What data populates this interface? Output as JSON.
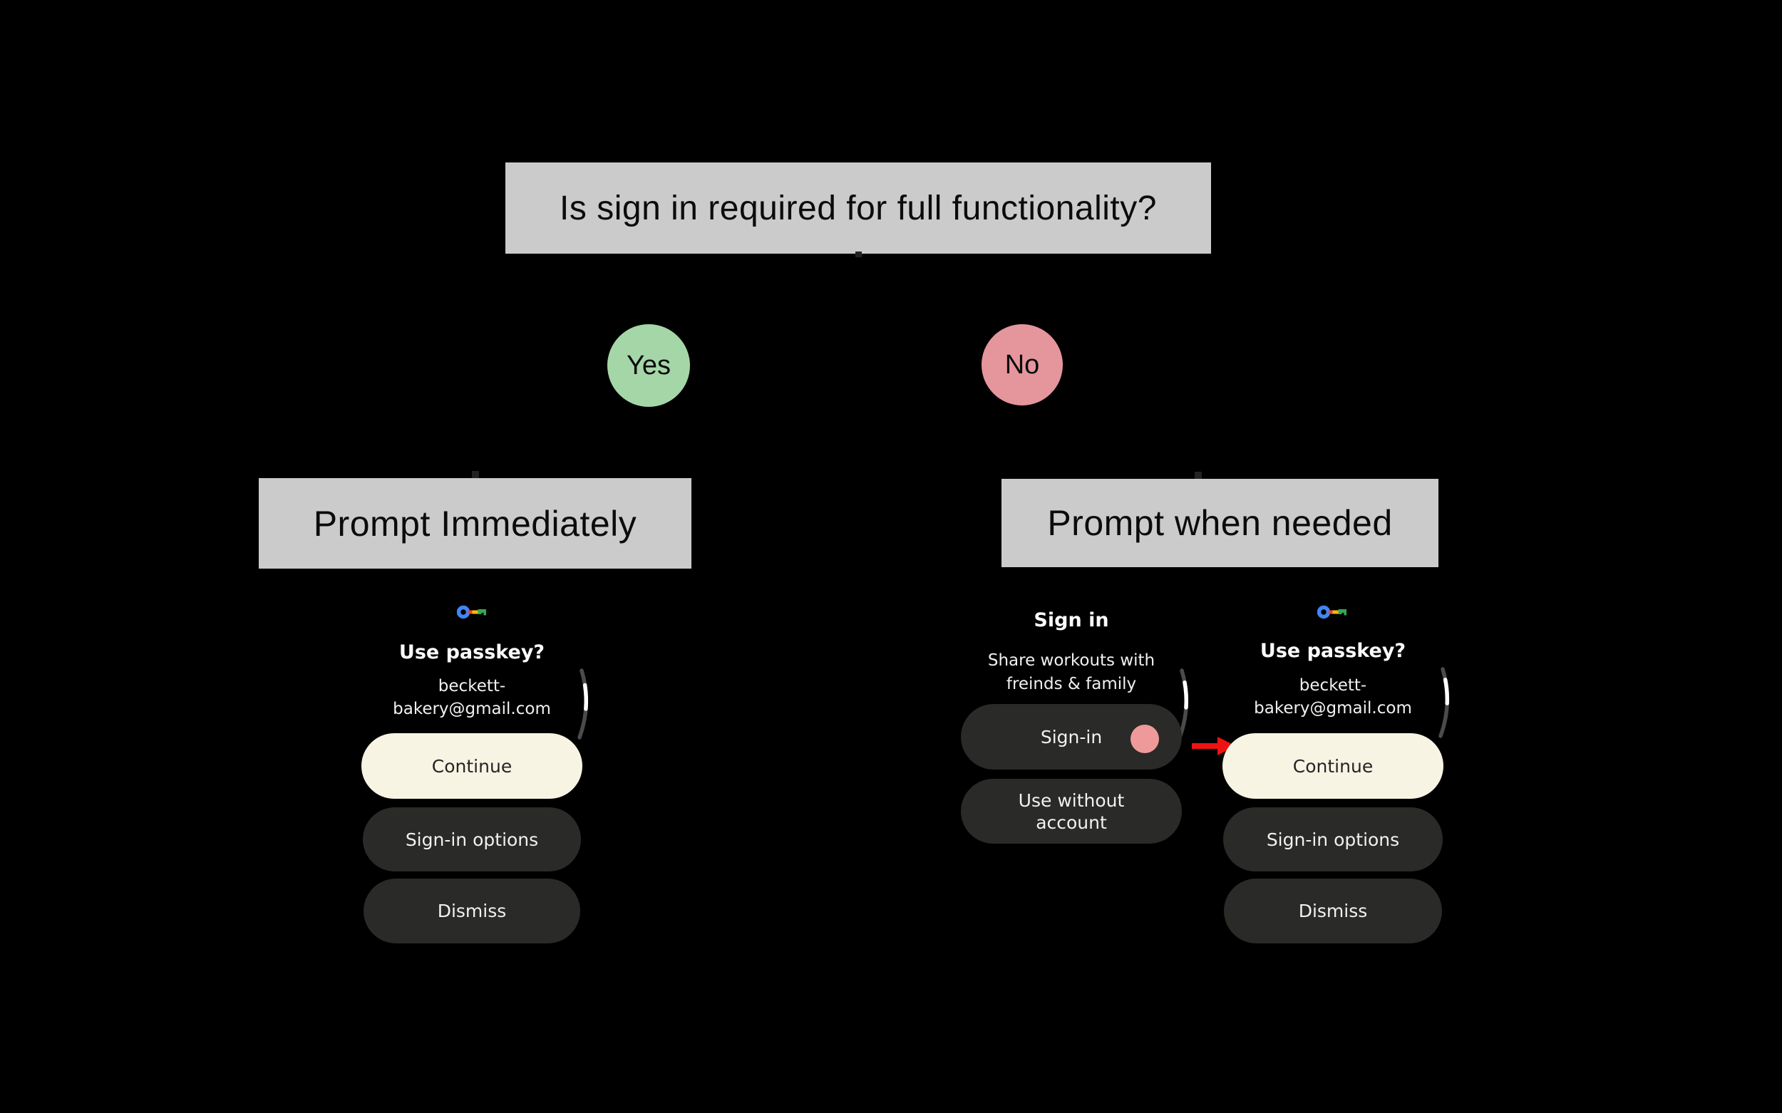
{
  "diagram": {
    "question": "Is sign in required for full functionality?",
    "yes": "Yes",
    "no": "No",
    "branch_yes_title": "Prompt Immediately",
    "branch_no_title": "Prompt when needed"
  },
  "passkey_screen": {
    "icon": "google-passkey-key-icon",
    "title": "Use passkey?",
    "account_line1": "beckett-",
    "account_line2": "bakery@gmail.com",
    "continue_button": "Continue",
    "options_button": "Sign-in options",
    "dismiss_button": "Dismiss",
    "scroll_indicator": "scroll-arc-indicator"
  },
  "signin_screen": {
    "title": "Sign in",
    "subtitle_line1": "Share workouts with",
    "subtitle_line2": "freinds & family",
    "signin_button": "Sign-in",
    "use_without_line1": "Use without",
    "use_without_line2": "account",
    "tap_indicator": "pink-tap-dot",
    "scroll_indicator": "scroll-arc-indicator"
  },
  "arrow": {
    "icon": "red-arrow-right-icon"
  },
  "colors": {
    "background": "#000000",
    "node_bg": "#CBCBCB",
    "yes_green": "#A5D6A7",
    "no_pink": "#E5969C",
    "highlight_button_bg": "#F8F4E4",
    "dark_button_bg": "#2A2A28",
    "tap_dot_pink": "#EF9A9A",
    "arrow_red": "#EE1313",
    "key_blue": "#4285F4",
    "key_red": "#EA4335",
    "key_yellow": "#FBBC04",
    "key_green": "#34A853"
  }
}
